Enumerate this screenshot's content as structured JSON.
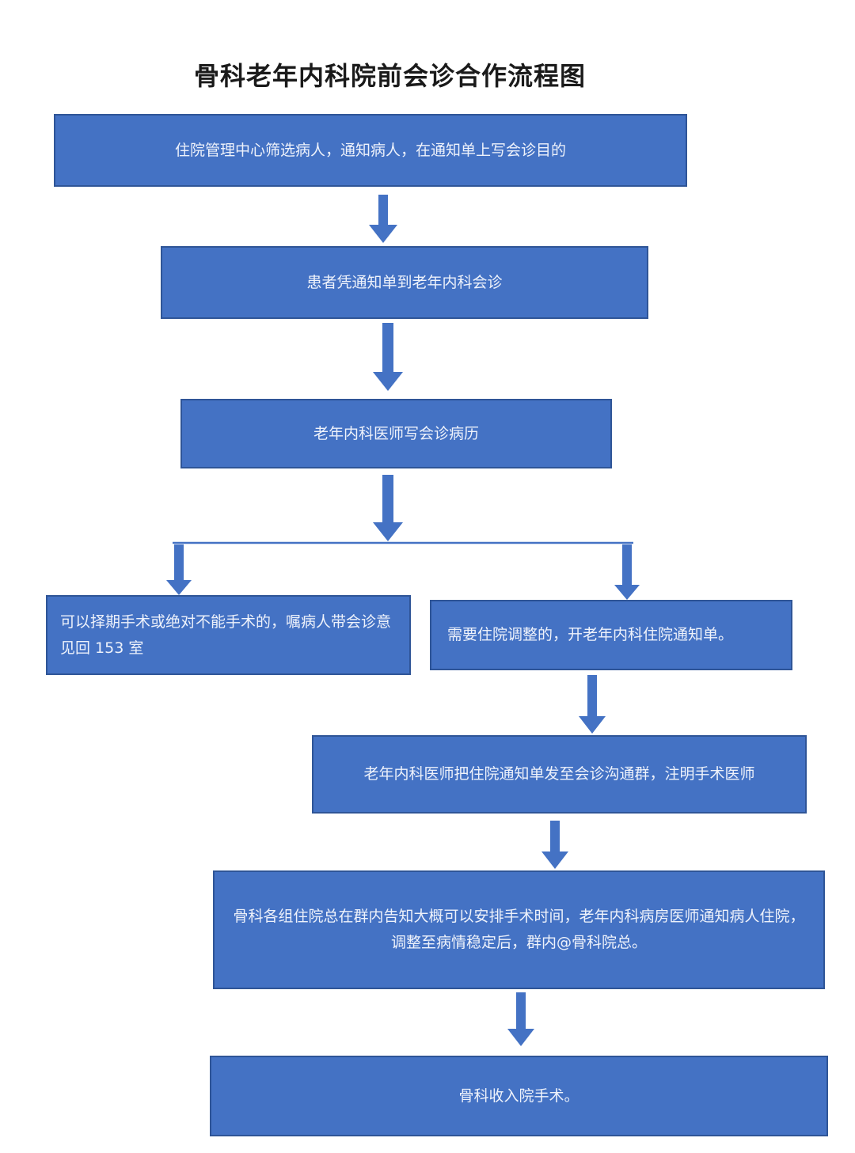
{
  "title": "骨科老年内科院前会诊合作流程图",
  "colors": {
    "box_fill": "#4472c4",
    "box_border": "#2f5597",
    "box_text": "#eef2fb",
    "arrow": "#4472c4",
    "line": "#4472c4"
  },
  "steps": {
    "step1": "住院管理中心筛选病人，通知病人，在通知单上写会诊目的",
    "step2": "患者凭通知单到老年内科会诊",
    "step3": "老年内科医师写会诊病历",
    "branch_left": "可以择期手术或绝对不能手术的，嘱病人带会诊意见回 153 室",
    "branch_right": "需要住院调整的，开老年内科住院通知单。",
    "step5": "老年内科医师把住院通知单发至会诊沟通群，注明手术医师",
    "step6": "骨科各组住院总在群内告知大概可以安排手术时间，老年内科病房医师通知病人住院，调整至病情稳定后，群内@骨科院总。",
    "step7": "骨科收入院手术。"
  }
}
